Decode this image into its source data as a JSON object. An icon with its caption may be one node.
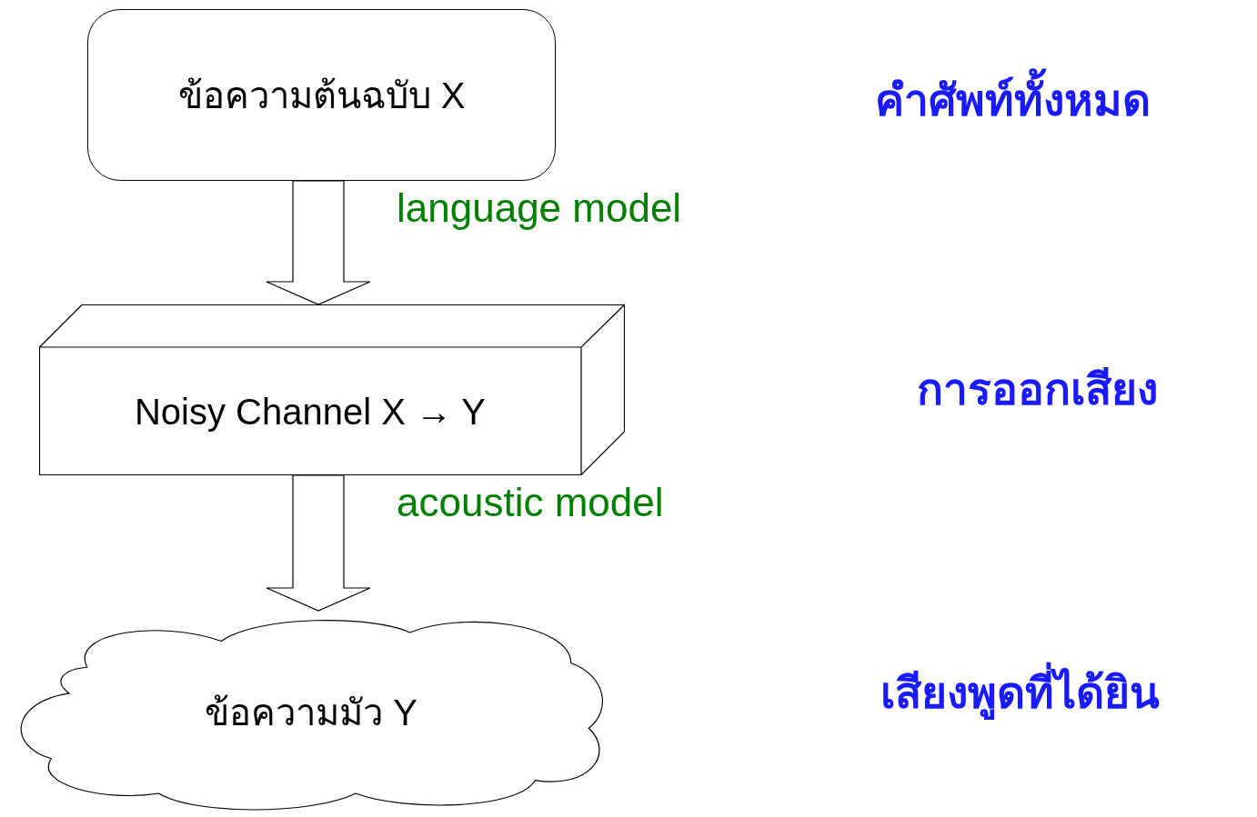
{
  "diagram": {
    "nodes": [
      {
        "text": [
          "ข้อความต้นฉบับ X"
        ]
      },
      {
        "text": [
          "Noisy Channel X → Y"
        ]
      },
      {
        "text": [
          "ข้อความมัว Y"
        ]
      }
    ],
    "edges": [
      {
        "from": 0,
        "to": 1,
        "arrow": "to",
        "label": "language model"
      },
      {
        "from": 1,
        "to": 2,
        "arrow": "to",
        "label": "acoustic model"
      }
    ],
    "labels": [
      "คำศัพท์ทั้งหมด",
      "การออกเสียง",
      "เสียงพูดที่ได้ยิน"
    ]
  }
}
